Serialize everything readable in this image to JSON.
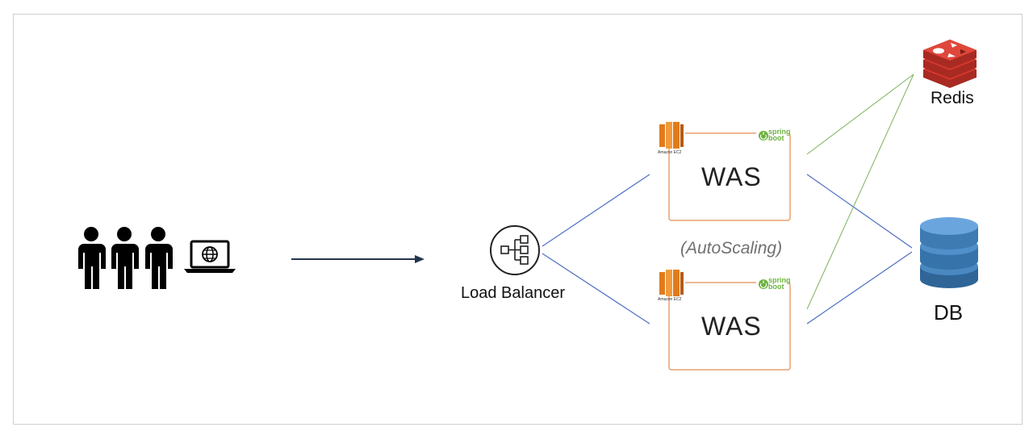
{
  "diagram": {
    "users_icon": "three-people-icon",
    "client_icon": "laptop-globe-icon",
    "load_balancer": {
      "label": "Load Balancer",
      "icon": "load-balancer-icon"
    },
    "autoscaling_label": "(AutoScaling)",
    "was_nodes": [
      {
        "label": "WAS",
        "ec2_caption": "Amazon EC2",
        "spring_caption": "spring\nboot"
      },
      {
        "label": "WAS",
        "ec2_caption": "Amazon EC2",
        "spring_caption": "spring\nboot"
      }
    ],
    "redis": {
      "label": "Redis",
      "icon": "redis-icon"
    },
    "db": {
      "label": "DB",
      "icon": "database-icon"
    }
  },
  "colors": {
    "frame": "#cfcfcf",
    "arrow": "#24344e",
    "blue_line": "#4d6fc2",
    "green_line": "#7eb25b",
    "was_border": "#e9a071",
    "ec2_orange": "#e07b1c",
    "spring_green": "#6db33f",
    "redis_red": "#d6382d",
    "db_blue": "#3e7bb3"
  }
}
